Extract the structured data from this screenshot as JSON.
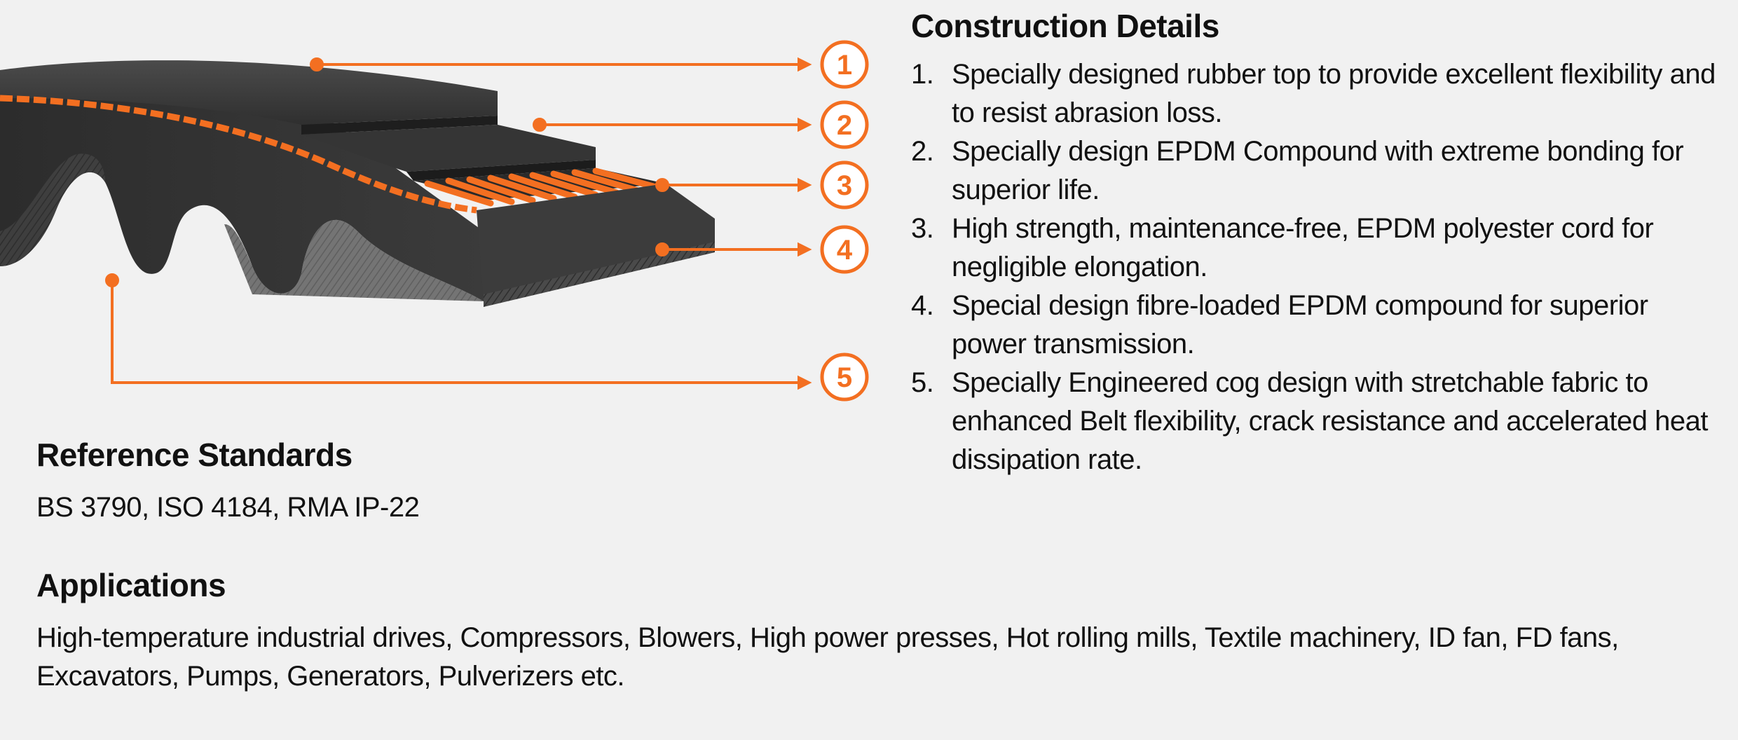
{
  "markers": [
    "1",
    "2",
    "3",
    "4",
    "5"
  ],
  "construction": {
    "title": "Construction Details",
    "items": [
      {
        "num": "1.",
        "text": "Specially designed rubber top to provide excellent flexibility and to resist abrasion loss."
      },
      {
        "num": "2.",
        "text": "Specially design EPDM Compound with extreme bonding for superior life."
      },
      {
        "num": "3.",
        "text": "High strength, maintenance-free, EPDM polyester cord for negligible elongation."
      },
      {
        "num": "4.",
        "text": "Special design fibre-loaded EPDM compound for superior power transmission."
      },
      {
        "num": "5.",
        "text": "Specially Engineered cog design with stretchable fabric to enhanced Belt flexibility, crack resistance and accelerated heat dissipation rate."
      }
    ]
  },
  "reference": {
    "title": "Reference Standards",
    "text": "BS 3790, ISO 4184, RMA IP-22"
  },
  "applications": {
    "title": "Applications",
    "text": "High-temperature industrial drives, Compressors, Blowers, High power presses, Hot rolling mills, Textile machinery, ID fan, FD fans, Excavators, Pumps, Generators, Pulverizers etc."
  },
  "colors": {
    "accent": "#f36f21",
    "belt": "#3a3a3a",
    "background": "#f1f1f1",
    "text": "#111111"
  }
}
